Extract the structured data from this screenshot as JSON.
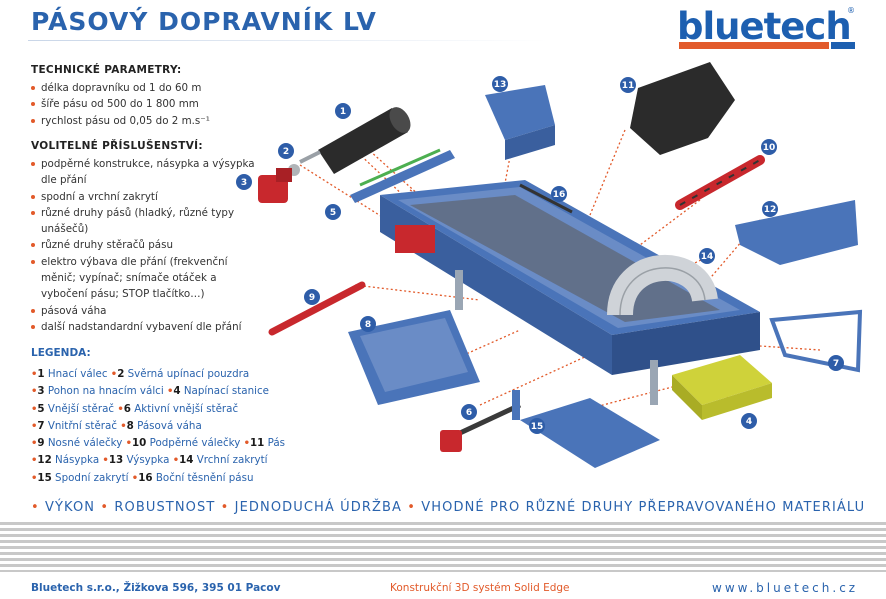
{
  "header": {
    "title": "PÁSOVÝ DOPRAVNÍK LV",
    "logo_text": "bluetech",
    "logo_reg": "®"
  },
  "technical": {
    "heading": "TECHNICKÉ PARAMETRY:",
    "items": [
      "délka dopravníku od 1 do 60 m",
      "šíře pásu od 500 do 1 800 mm",
      "rychlost pásu od 0,05 do 2 m.s⁻¹"
    ]
  },
  "optional": {
    "heading": "VOLITELNÉ PŘÍSLUŠENSTVÍ:",
    "items": [
      "podpěrné konstrukce, násypka a výsypka dle přání",
      "spodní a vrchní zakrytí",
      "různé druhy pásů (hladký, různé typy unášečů)",
      "různé druhy stěračů pásu",
      "elektro výbava dle přání (frekvenční měnič; vypínač; snímače otáček a vybočení pásu; STOP tlačítko…)",
      "pásová váha",
      "další nadstandardní vybavení dle přání"
    ]
  },
  "legend": {
    "heading": "LEGENDA:",
    "rows": [
      [
        {
          "num": "1",
          "label": "Hnací válec"
        },
        {
          "num": "2",
          "label": "Svěrná upínací pouzdra"
        }
      ],
      [
        {
          "num": "3",
          "label": "Pohon na hnacím válci"
        },
        {
          "num": "4",
          "label": "Napínací stanice"
        }
      ],
      [
        {
          "num": "5",
          "label": "Vnější stěrač"
        },
        {
          "num": "6",
          "label": "Aktivní vnější stěrač"
        }
      ],
      [
        {
          "num": "7",
          "label": "Vnitřní stěrač"
        },
        {
          "num": "8",
          "label": "Pásová váha"
        }
      ],
      [
        {
          "num": "9",
          "label": "Nosné válečky"
        },
        {
          "num": "10",
          "label": "Podpěrné válečky"
        },
        {
          "num": "11",
          "label": "Pás"
        }
      ],
      [
        {
          "num": "12",
          "label": "Násypka"
        },
        {
          "num": "13",
          "label": "Výsypka"
        },
        {
          "num": "14",
          "label": "Vrchní zakrytí"
        }
      ],
      [
        {
          "num": "15",
          "label": "Spodní zakrytí"
        },
        {
          "num": "16",
          "label": "Boční těsnění pásu"
        }
      ]
    ]
  },
  "slogan": [
    "VÝKON",
    "ROBUSTNOST",
    "JEDNODUCHÁ ÚDRŽBA",
    "VHODNÉ PRO RŮZNÉ DRUHY PŘEPRAVOVANÉHO MATERIÁLU"
  ],
  "callouts": [
    "1",
    "2",
    "3",
    "4",
    "5",
    "6",
    "7",
    "8",
    "9",
    "10",
    "11",
    "12",
    "13",
    "14",
    "15",
    "16"
  ],
  "footer": {
    "company": "Bluetech s.r.o., Žižkova 596, 395 01 Pacov",
    "cad": "Konstrukční 3D systém Solid Edge",
    "web": "www.bluetech.cz"
  },
  "colors": {
    "brand_blue": "#2a63ad",
    "accent_red": "#e25a2a",
    "frame_blue": "#4a74b9",
    "callout_blue": "#2e5da8"
  }
}
